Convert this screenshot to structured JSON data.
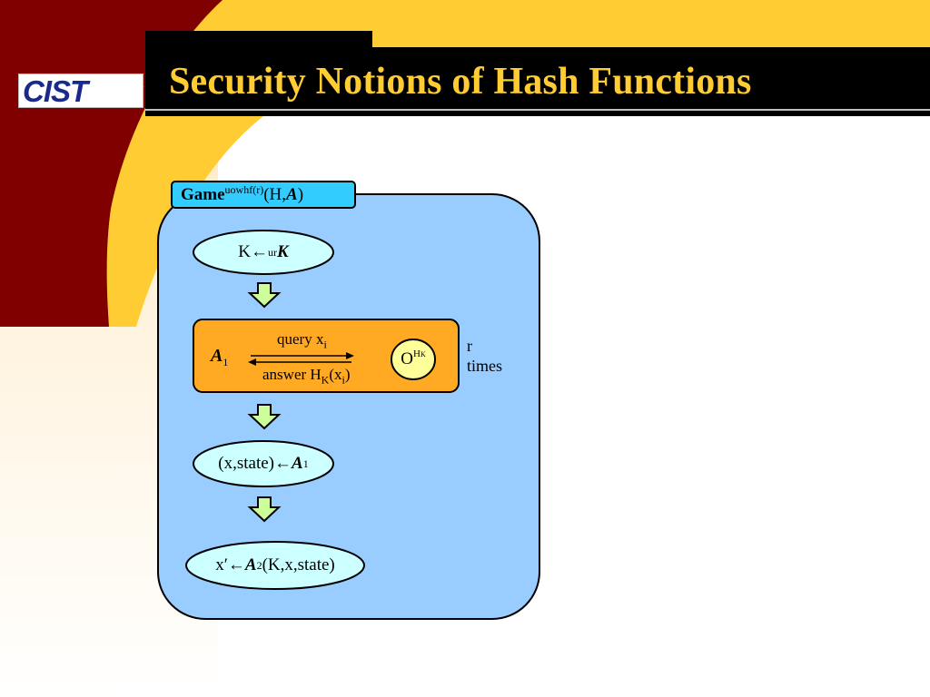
{
  "slide": {
    "title": "Security Notions of Hash Functions",
    "logo_text": "CIST"
  },
  "game": {
    "label": "Game",
    "superscript": "uowhf(r)",
    "args_open": "(H,",
    "args_adversary": "A",
    "args_close": ")"
  },
  "steps": {
    "key_gen": {
      "k": "K",
      "arrow": "←",
      "sub": "ur",
      "space": "K"
    },
    "adversary1": {
      "name": "A",
      "index": "1"
    },
    "query": {
      "text": "query x",
      "sub": "i"
    },
    "answer": {
      "text": "answer H",
      "sub_k": "K",
      "paren_open": "(x",
      "sub_i": "i",
      "paren_close": ")"
    },
    "oracle": {
      "base": "O",
      "sup": "H",
      "sup_sub": "K"
    },
    "repeat": {
      "line1": "r",
      "line2": "times"
    },
    "state_out": {
      "left": "(x,state)",
      "arrow": "←",
      "name": "A",
      "index": "1"
    },
    "final": {
      "left": "x′",
      "arrow": "←",
      "name": "A",
      "index": "2",
      "args": "(K,x,state)"
    }
  },
  "colors": {
    "dark_red": "#800000",
    "gold": "#ffcc33",
    "black_bar": "#000000",
    "game_box": "#99ccff",
    "game_tag": "#33ccff",
    "ellipse": "#ccffff",
    "adversary_box": "#ffaa22",
    "oracle": "#ffff99",
    "arrow_fill": "#ccff99"
  }
}
